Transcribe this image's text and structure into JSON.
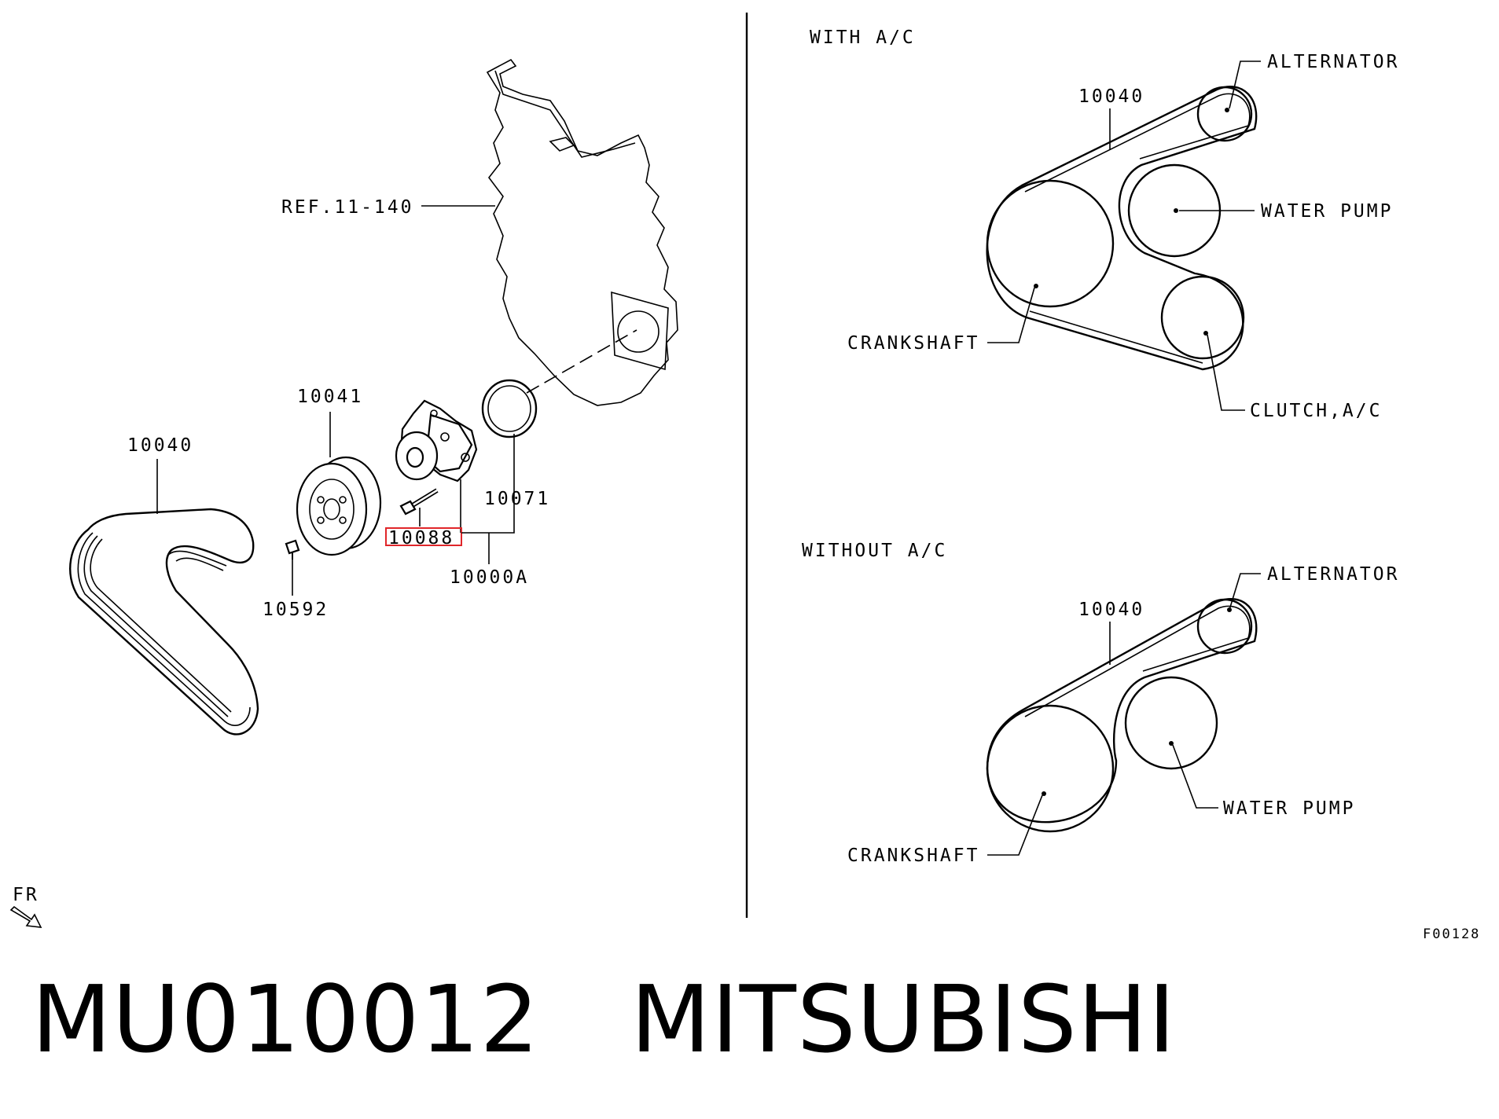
{
  "footer": {
    "part_number": "MU010012",
    "brand": "MITSUBISHI"
  },
  "exploded_view": {
    "ref_label": "REF.11-140",
    "parts": {
      "belt": "10040",
      "pulley": "10041",
      "bolt_pulley": "10592",
      "bolt_pump": "10088",
      "gasket": "10071",
      "water_pump_assy": "10000A"
    },
    "highlighted_part": "10088",
    "front_marker": "FR"
  },
  "with_ac": {
    "title": "WITH A/C",
    "belt": "10040",
    "alternator": "ALTERNATOR",
    "water_pump": "WATER PUMP",
    "crankshaft": "CRANKSHAFT",
    "clutch": "CLUTCH,A/C"
  },
  "without_ac": {
    "title": "WITHOUT A/C",
    "belt": "10040",
    "alternator": "ALTERNATOR",
    "water_pump": "WATER PUMP",
    "crankshaft": "CRANKSHAFT"
  },
  "figure_code": "F00128",
  "colors": {
    "highlight": "#e0262a",
    "ink": "#000000"
  }
}
